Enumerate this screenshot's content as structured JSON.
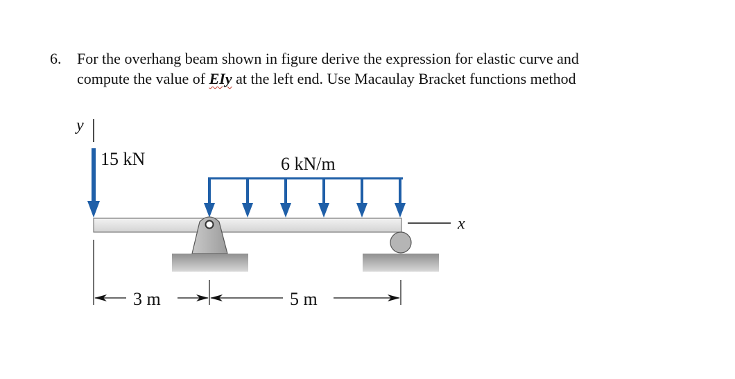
{
  "problem": {
    "number": "6.",
    "line1": "For the overhang beam shown in figure derive the expression for elastic curve and",
    "line2_pre": "compute the value of ",
    "line2_emph": "EIy",
    "line2_post": " at the left end.  Use Macaulay Bracket functions method"
  },
  "figure": {
    "axis_y": "y",
    "axis_x": "x",
    "point_load_label": "15 kN",
    "distributed_load_label": "6 kN/m",
    "dim_left": "3 m",
    "dim_right": "5 m",
    "colors": {
      "load_arrow": "#1f5fa8",
      "beam_fill": "#e6e6e6",
      "support_fill": "#b5b5b5",
      "ground_fill": "#a9a9a9"
    }
  }
}
